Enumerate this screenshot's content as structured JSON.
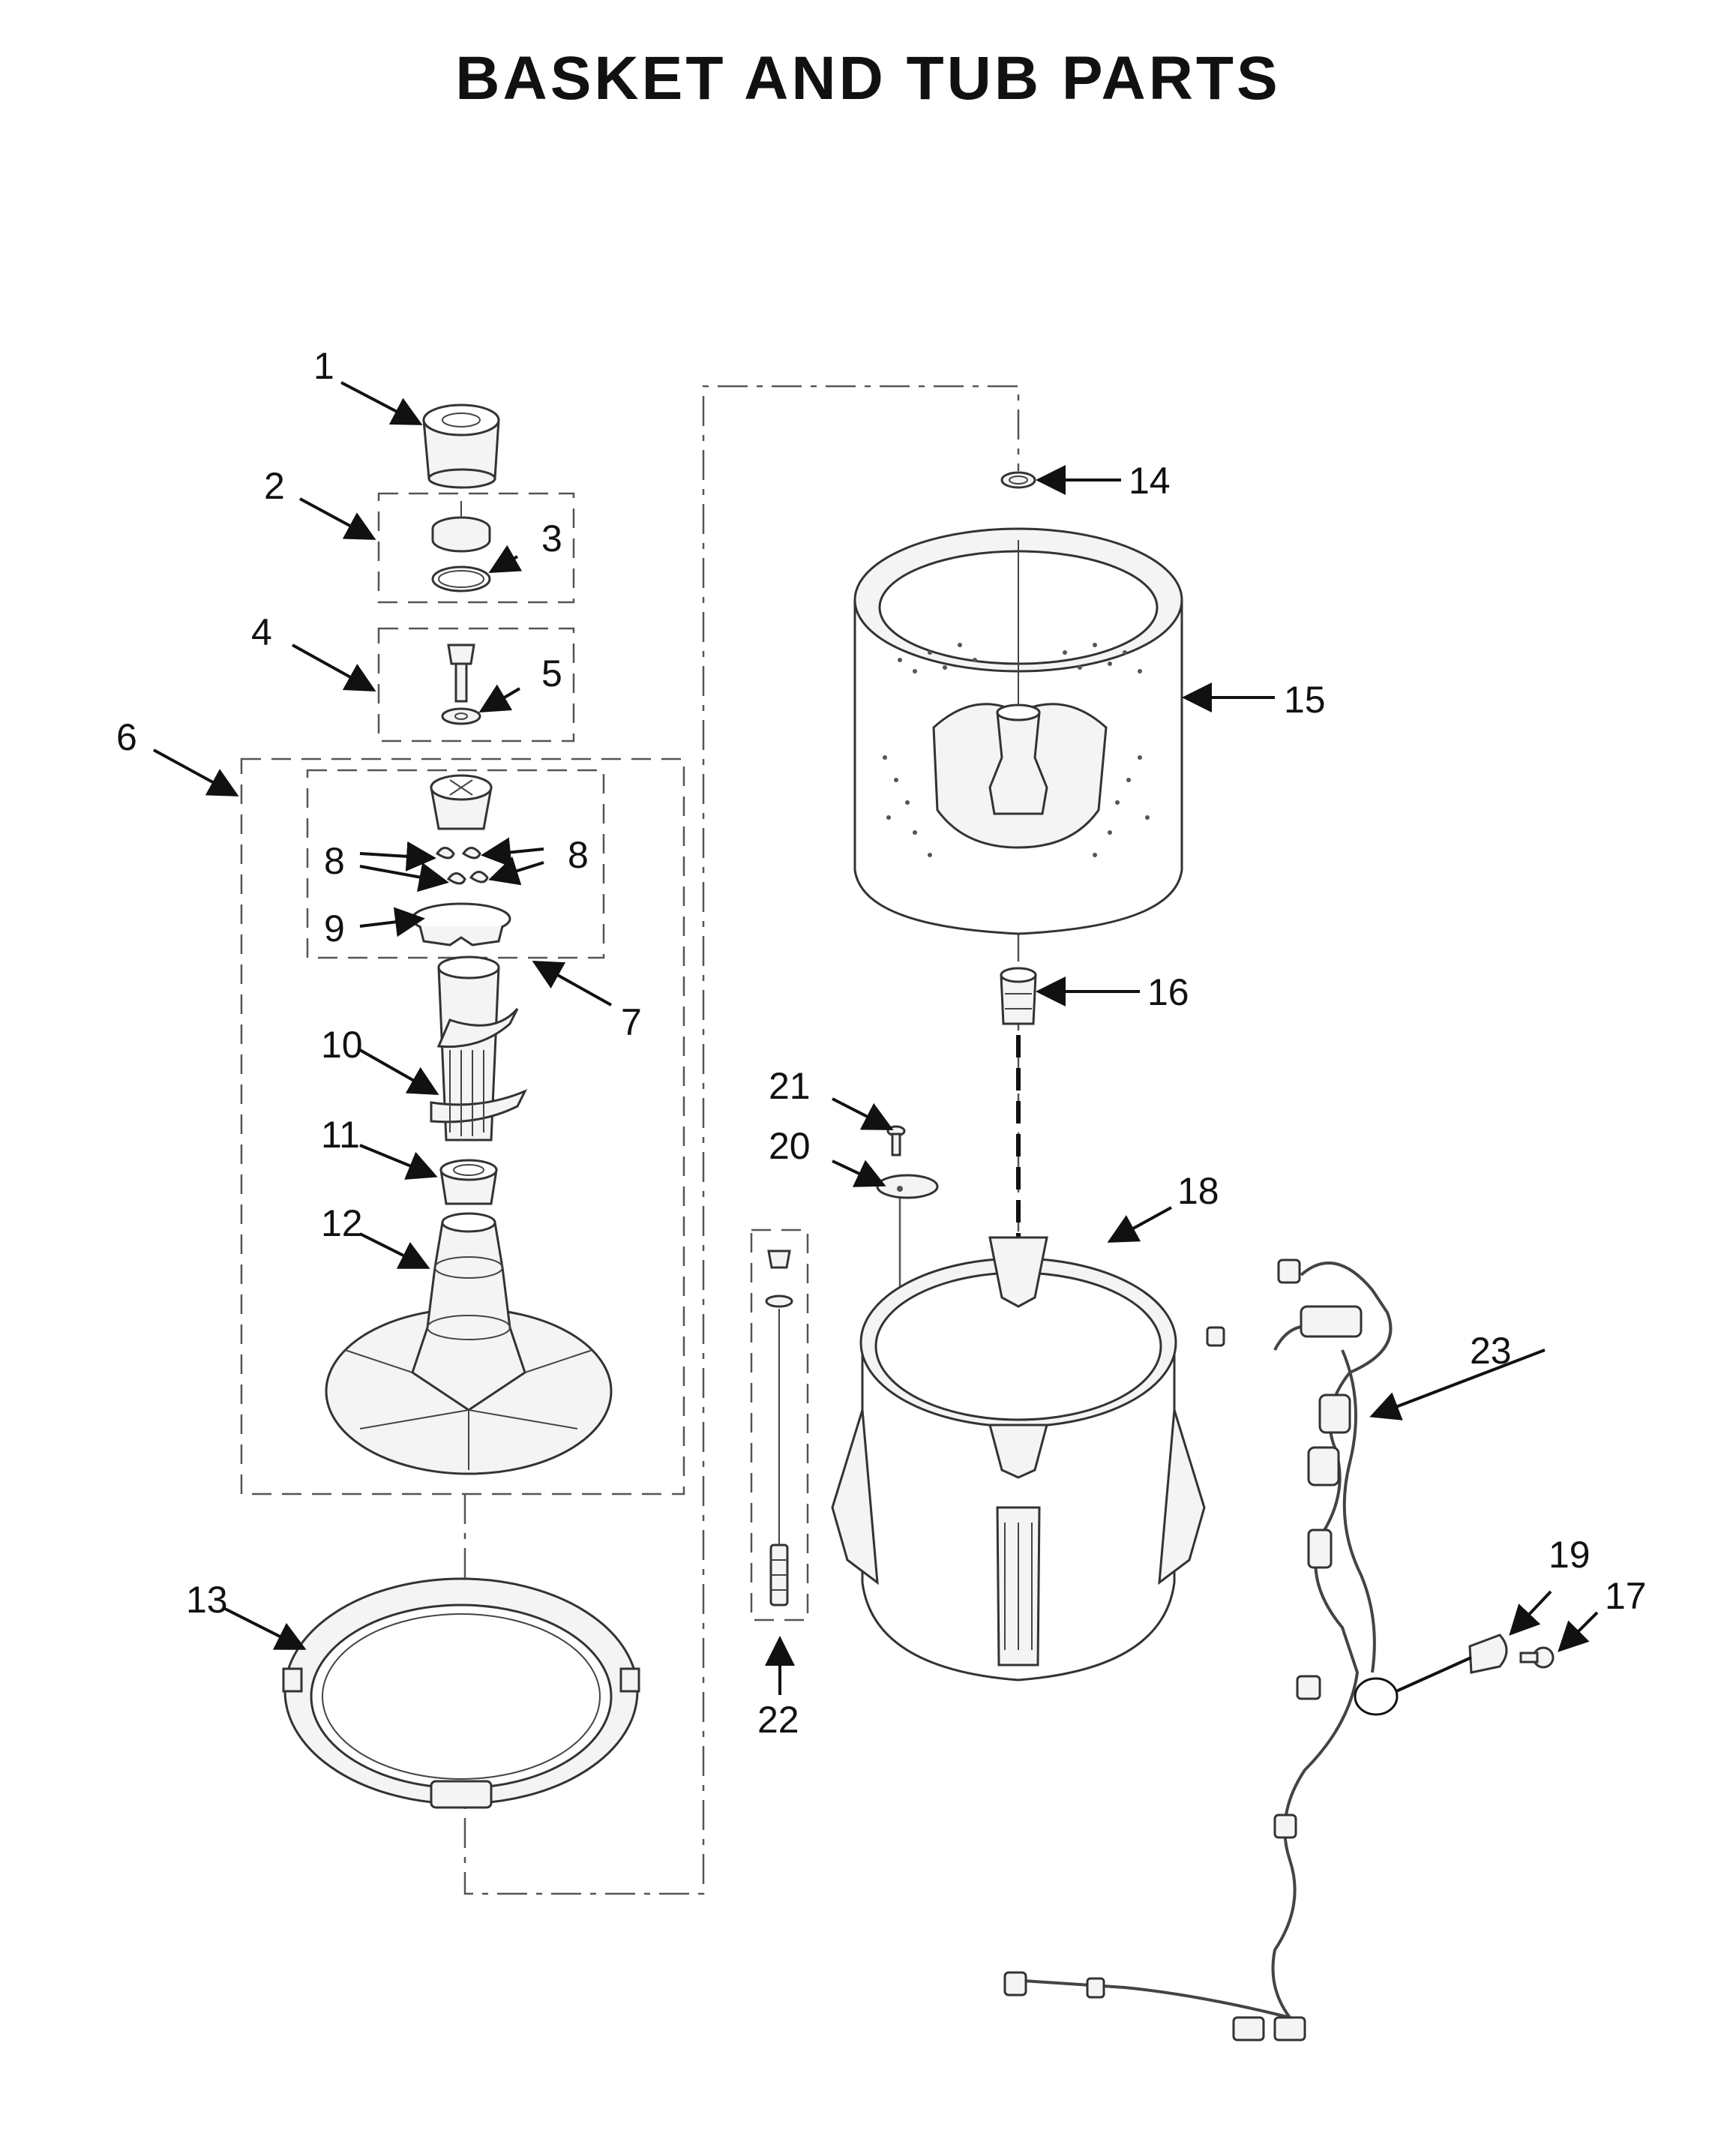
{
  "title": "BASKET AND TUB PARTS",
  "callouts": [
    "1",
    "2",
    "3",
    "4",
    "5",
    "6",
    "7",
    "8",
    "8",
    "9",
    "10",
    "11",
    "12",
    "13",
    "14",
    "15",
    "16",
    "17",
    "18",
    "19",
    "20",
    "21",
    "22",
    "23"
  ]
}
